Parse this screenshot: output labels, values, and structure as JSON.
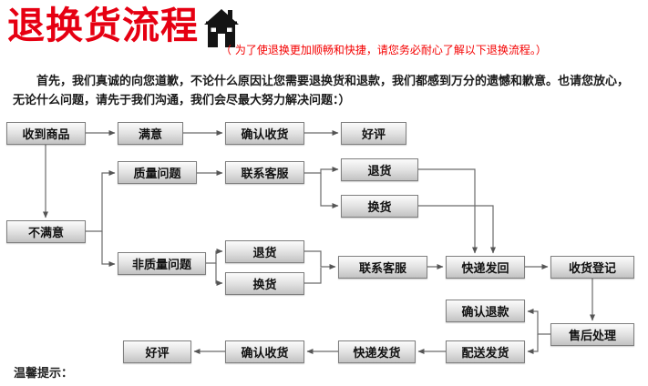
{
  "header": {
    "title": "退换货流程",
    "note": "（ 为了使退换更加顺畅和快捷，请您务必耐心了解以下退换流程。）"
  },
  "intro": "首先，我们真诚的向您道歉，不论什么原因让您需要退换货和退款，我们都感到万分的遗憾和歉意。也请您放心，无论什么问题，请先于我们沟通，我们会尽最大努力解决问题：）",
  "flowchart": {
    "nodes": [
      {
        "id": "received",
        "label": "收到商品"
      },
      {
        "id": "satisfied",
        "label": "满意"
      },
      {
        "id": "confirm1",
        "label": "确认收货"
      },
      {
        "id": "praise1",
        "label": "好评"
      },
      {
        "id": "quality",
        "label": "质量问题"
      },
      {
        "id": "service1",
        "label": "联系客服"
      },
      {
        "id": "return1",
        "label": "退货"
      },
      {
        "id": "exchange1",
        "label": "换货"
      },
      {
        "id": "unsatisfied",
        "label": "不满意"
      },
      {
        "id": "nonquality",
        "label": "非质量问题"
      },
      {
        "id": "return2",
        "label": "退货"
      },
      {
        "id": "exchange2",
        "label": "换货"
      },
      {
        "id": "service2",
        "label": "联系客服"
      },
      {
        "id": "sendback",
        "label": "快递发回"
      },
      {
        "id": "register",
        "label": "收货登记"
      },
      {
        "id": "refund",
        "label": "确认退款"
      },
      {
        "id": "aftersales",
        "label": "售后处理"
      },
      {
        "id": "praise2",
        "label": "好评"
      },
      {
        "id": "confirm2",
        "label": "确认收货"
      },
      {
        "id": "ship",
        "label": "快递发货"
      },
      {
        "id": "dispatch",
        "label": "配送发货"
      }
    ],
    "edges": [
      [
        "received",
        "satisfied"
      ],
      [
        "satisfied",
        "confirm1"
      ],
      [
        "confirm1",
        "praise1"
      ],
      [
        "received",
        "unsatisfied"
      ],
      [
        "unsatisfied",
        "quality"
      ],
      [
        "unsatisfied",
        "nonquality"
      ],
      [
        "quality",
        "service1"
      ],
      [
        "service1",
        "return1"
      ],
      [
        "service1",
        "exchange1"
      ],
      [
        "return1",
        "sendback"
      ],
      [
        "exchange1",
        "sendback"
      ],
      [
        "nonquality",
        "return2"
      ],
      [
        "nonquality",
        "exchange2"
      ],
      [
        "return2",
        "service2"
      ],
      [
        "exchange2",
        "service2"
      ],
      [
        "service2",
        "sendback"
      ],
      [
        "sendback",
        "register"
      ],
      [
        "register",
        "aftersales"
      ],
      [
        "aftersales",
        "refund"
      ],
      [
        "aftersales",
        "dispatch"
      ],
      [
        "dispatch",
        "ship"
      ],
      [
        "ship",
        "confirm2"
      ],
      [
        "confirm2",
        "praise2"
      ]
    ]
  },
  "footer": {
    "tips_label": "温馨提示："
  },
  "colors": {
    "title_red": "#e60012",
    "note_red": "#f40000",
    "box_border": "#7f7f7f",
    "box_fill_top": "#fbfbfb",
    "box_fill_bottom": "#c2c2c2",
    "arrow": "#6b6b6b"
  }
}
